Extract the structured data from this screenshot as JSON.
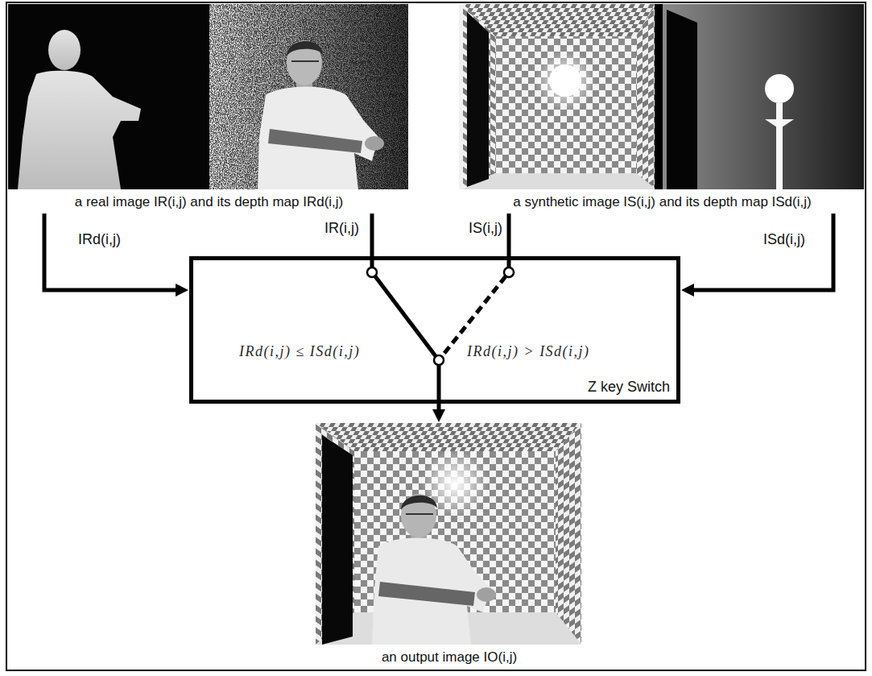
{
  "diagram": {
    "nodes": [
      {
        "text": [
          "a real image IR(i,j) and its depth map IRd(i,j)"
        ]
      },
      {
        "text": [
          "a synthetic image IS(i,j) and its depth map ISd(i,j)"
        ]
      },
      {
        "text": [
          "IRd(i,j) ≤ ISd(i,j)",
          "IRd(i,j) > ISd(i,j)",
          "Z key Switch"
        ]
      },
      {
        "text": [
          "an output image IO(i,j)"
        ]
      }
    ],
    "edges": [
      {
        "from": 0,
        "to": 2,
        "label": "IRd(i,j)",
        "arrow": "to"
      },
      {
        "from": 0,
        "to": 2,
        "label": "IR(i,j)",
        "arrow": "none"
      },
      {
        "from": 1,
        "to": 2,
        "label": "IS(i,j)",
        "arrow": "none"
      },
      {
        "from": 1,
        "to": 2,
        "label": "ISd(i,j)",
        "arrow": "to"
      },
      {
        "from": 2,
        "to": 3,
        "arrow": "to"
      }
    ]
  }
}
